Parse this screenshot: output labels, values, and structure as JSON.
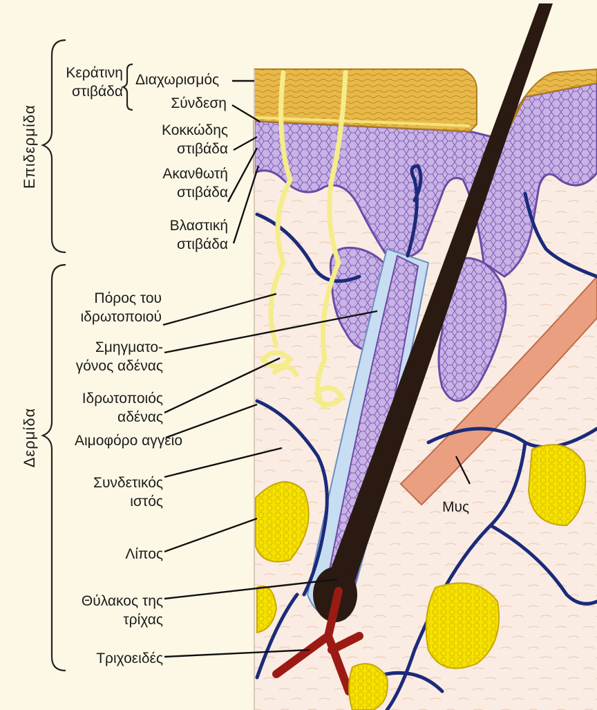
{
  "sections": {
    "epidermis": "Επιδερμίδα",
    "dermis": "Δερμίδα"
  },
  "keratin_group": {
    "line1": "Κεράτινη",
    "line2": "στιβάδα",
    "sub1": "Διαχωρισμός",
    "sub2": "Σύνδεση"
  },
  "labels": {
    "granular": [
      "Κοκκώδης",
      "στιβάδα"
    ],
    "spinous": [
      "Ακανθωτή",
      "στιβάδα"
    ],
    "basal": [
      "Βλαστική",
      "στιβάδα"
    ],
    "sweat_pore": [
      "Πόρος του",
      "ιδρωτοποιού"
    ],
    "sebaceous": [
      "Σμηγματο-",
      "γόνος αδένας"
    ],
    "sweat_gland": [
      "Ιδρωτοποιός",
      "αδένας"
    ],
    "blood_vessel": [
      "Αιμοφόρο αγγείο"
    ],
    "connective": [
      "Συνδετικός",
      "ιστός"
    ],
    "fat": [
      "Λίπος"
    ],
    "follicle": [
      "Θύλακος της",
      "τρίχας"
    ],
    "capillaries": [
      "Τριχοειδές"
    ],
    "muscle": "Μυς"
  },
  "colors": {
    "keratin": "#e8b94a",
    "epidermis_purple": "#8a6cc0",
    "dermis": "#faebe0",
    "vessel": "#1c2a7a",
    "fat": "#f5e200",
    "muscle": "#eaa080",
    "hair": "#2a1a12",
    "capillary": "#9b1b14",
    "sweat_duct": "#f5ec8a"
  }
}
